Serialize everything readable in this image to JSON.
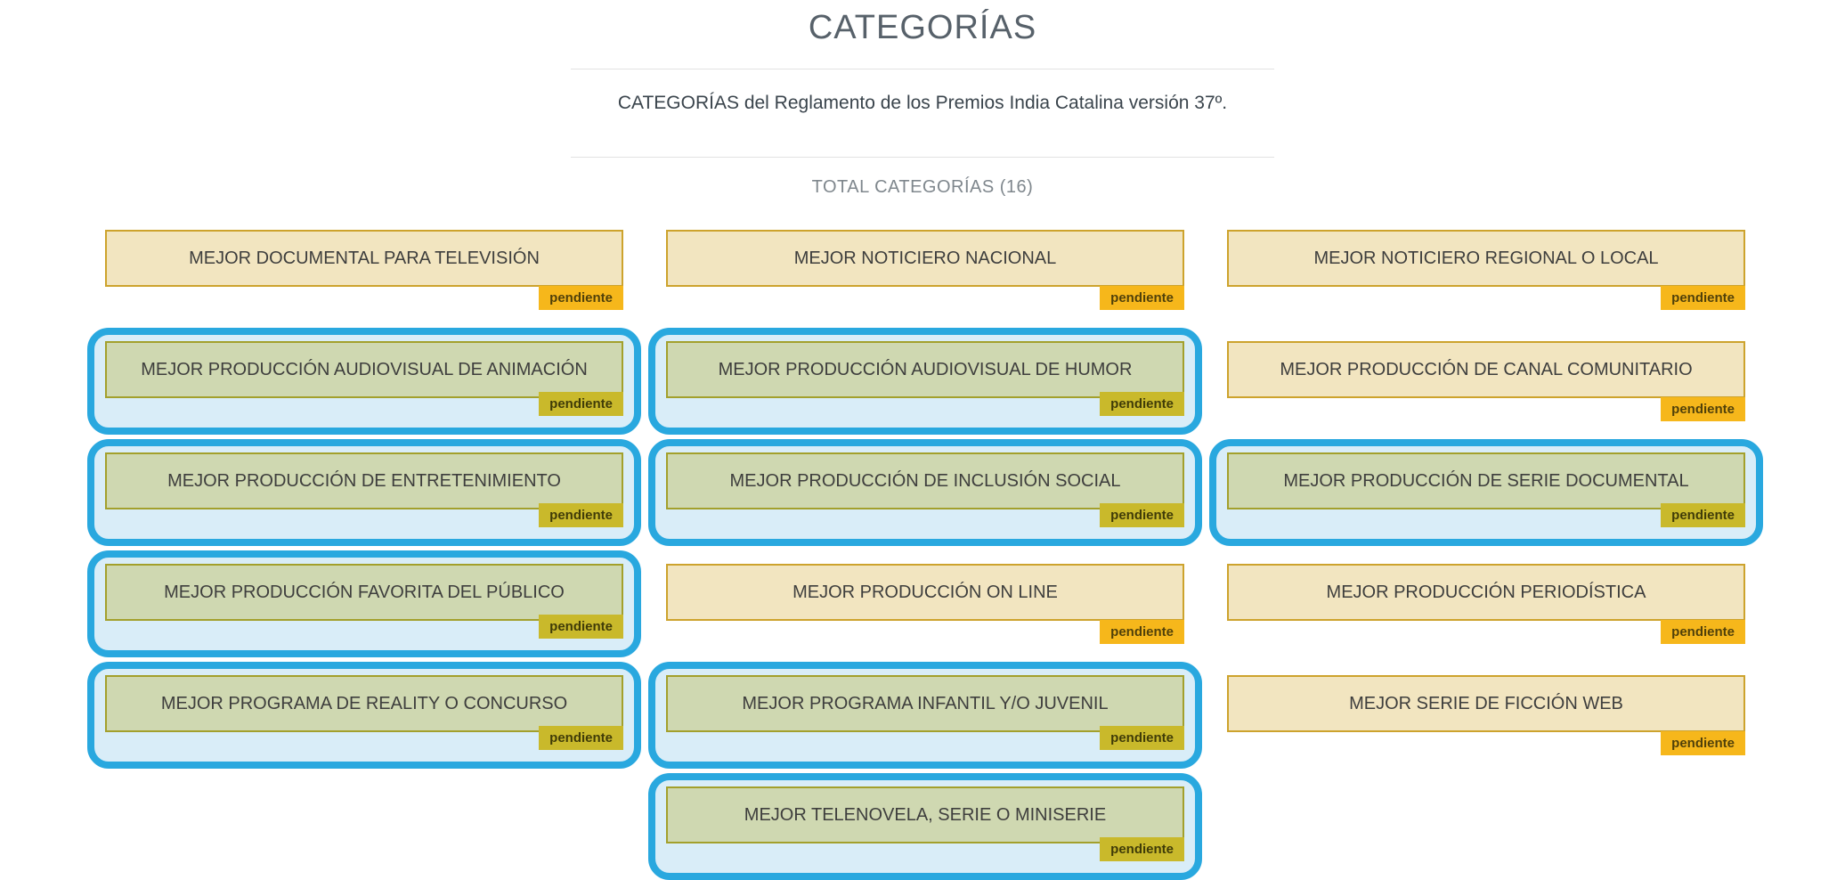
{
  "page": {
    "title": "CATEGORÍAS",
    "subtitle": "CATEGORÍAS del Reglamento de los Premios India Catalina versión 37º.",
    "total_label": "TOTAL CATEGORÍAS (16)",
    "total_count": 16
  },
  "colors": {
    "selection_outline_blue": "#29a8df",
    "selection_fill_lightblue": "#d9edf8",
    "card_plain_bg": "#f2e5c0",
    "card_plain_border": "#cda32d",
    "badge_plain_bg": "#f6b71b",
    "card_selected_bg": "#cfd8b1",
    "card_selected_border": "#a3a02c",
    "badge_selected_bg": "#c9b92b"
  },
  "categories": [
    {
      "label": "MEJOR DOCUMENTAL PARA TELEVISIÓN",
      "status": "pendiente",
      "selected": false
    },
    {
      "label": "MEJOR NOTICIERO NACIONAL",
      "status": "pendiente",
      "selected": false
    },
    {
      "label": "MEJOR NOTICIERO REGIONAL O LOCAL",
      "status": "pendiente",
      "selected": false
    },
    {
      "label": "MEJOR PRODUCCIÓN AUDIOVISUAL DE ANIMACIÓN",
      "status": "pendiente",
      "selected": true
    },
    {
      "label": "MEJOR PRODUCCIÓN AUDIOVISUAL DE HUMOR",
      "status": "pendiente",
      "selected": true
    },
    {
      "label": "MEJOR PRODUCCIÓN DE CANAL COMUNITARIO",
      "status": "pendiente",
      "selected": false
    },
    {
      "label": "MEJOR PRODUCCIÓN DE ENTRETENIMIENTO",
      "status": "pendiente",
      "selected": true
    },
    {
      "label": "MEJOR PRODUCCIÓN DE INCLUSIÓN SOCIAL",
      "status": "pendiente",
      "selected": true
    },
    {
      "label": "MEJOR PRODUCCIÓN DE SERIE DOCUMENTAL",
      "status": "pendiente",
      "selected": true
    },
    {
      "label": "MEJOR PRODUCCIÓN FAVORITA DEL PÚBLICO",
      "status": "pendiente",
      "selected": true
    },
    {
      "label": "MEJOR PRODUCCIÓN ON LINE",
      "status": "pendiente",
      "selected": false
    },
    {
      "label": "MEJOR PRODUCCIÓN PERIODÍSTICA",
      "status": "pendiente",
      "selected": false
    },
    {
      "label": "MEJOR PROGRAMA DE REALITY O CONCURSO",
      "status": "pendiente",
      "selected": true
    },
    {
      "label": "MEJOR PROGRAMA INFANTIL Y/O JUVENIL",
      "status": "pendiente",
      "selected": true
    },
    {
      "label": "MEJOR SERIE DE FICCIÓN WEB",
      "status": "pendiente",
      "selected": false
    },
    {
      "label": "MEJOR TELENOVELA, SERIE O MINISERIE",
      "status": "pendiente",
      "selected": true,
      "column": 2
    }
  ]
}
